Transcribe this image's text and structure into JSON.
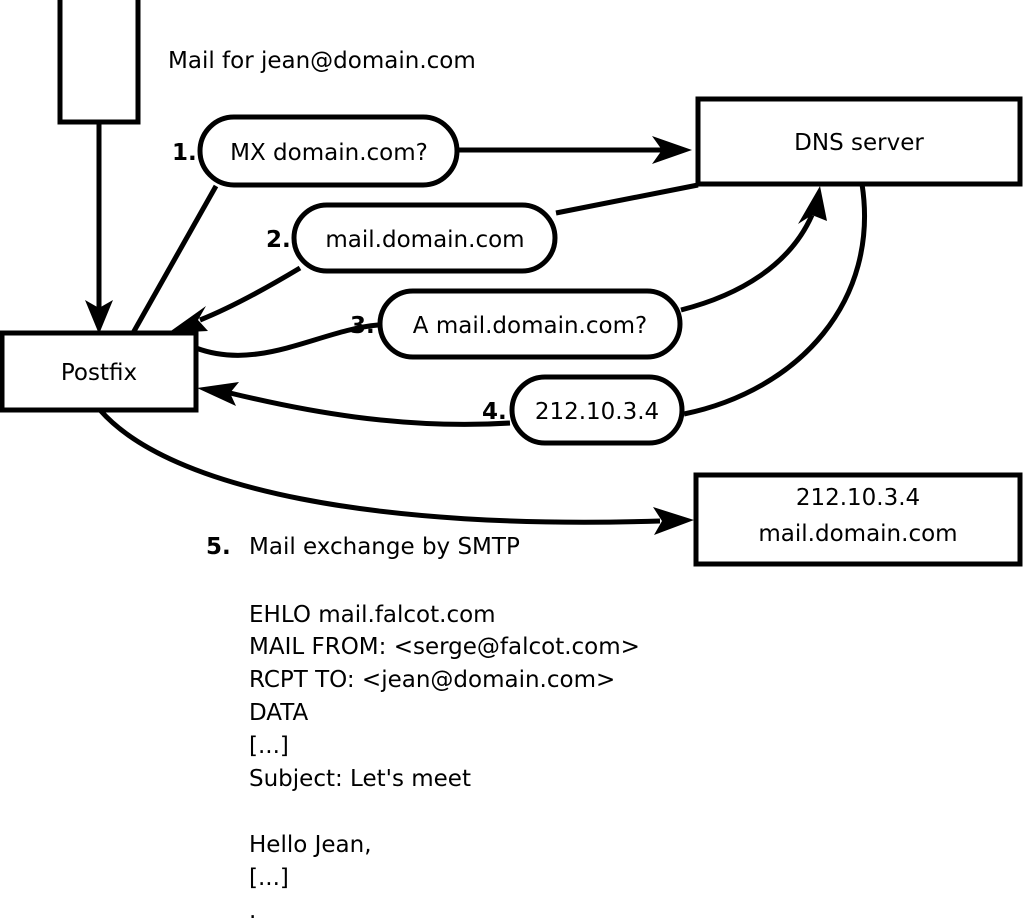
{
  "diagram": {
    "title_note": "Mail for jean@domain.com",
    "nodes": [
      {
        "id": "sender",
        "label": ""
      },
      {
        "id": "postfix",
        "label": "Postfix"
      },
      {
        "id": "dns",
        "label": "DNS server"
      },
      {
        "id": "mailserver",
        "line1": "212.10.3.4",
        "line2": "mail.domain.com"
      }
    ],
    "steps": [
      {
        "num": "1.",
        "label": "MX domain.com?"
      },
      {
        "num": "2.",
        "label": "mail.domain.com"
      },
      {
        "num": "3.",
        "label": "A mail.domain.com?"
      },
      {
        "num": "4.",
        "label": "212.10.3.4"
      }
    ],
    "step5": {
      "num": "5.",
      "label": "Mail exchange by SMTP"
    },
    "smtp_transcript": [
      "EHLO mail.falcot.com",
      "MAIL FROM: <serge@falcot.com>",
      "RCPT TO: <jean@domain.com>",
      "DATA",
      "[...]",
      "Subject: Let's meet",
      "",
      "Hello Jean,",
      "[...]",
      "."
    ]
  },
  "colors": {
    "stroke": "#000000",
    "fill": "#ffffff",
    "text": "#000000"
  }
}
